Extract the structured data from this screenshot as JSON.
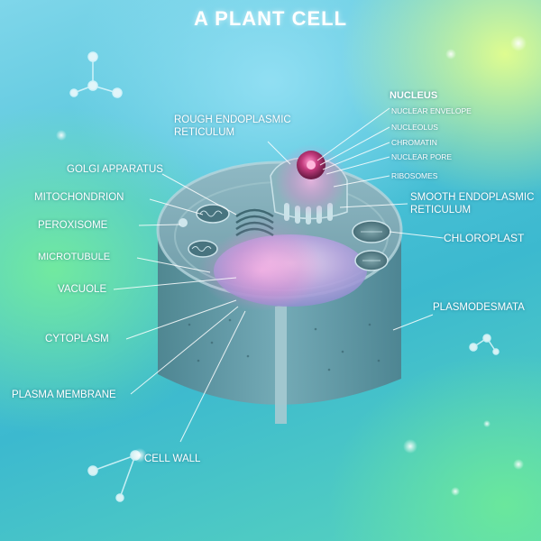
{
  "title": "A PLANT CELL",
  "labels": {
    "rough_er": "ROUGH ENDOPLASMIC RETICULUM",
    "golgi": "GOLGI APPARATUS",
    "mitochondrion": "MITOCHONDRION",
    "peroxisome": "PEROXISOME",
    "microtubule": "MICROTUBULE",
    "vacuole": "VACUOLE",
    "cytoplasm": "CYTOPLASM",
    "plasma_membrane": "PLASMA MEMBRANE",
    "cell_wall": "CELL WALL",
    "nucleus": "NUCLEUS",
    "nuclear_envelope": "NUCLEAR ENVELOPE",
    "nucleolus": "NUCLEOLUS",
    "chromatin": "CHROMATIN",
    "nuclear_pore": "NUCLEAR PORE",
    "ribosomes": "RIBOSOMES",
    "smooth_er": "SMOOTH ENDOPLASMIC RETICULUM",
    "chloroplast": "CHLOROPLAST",
    "plasmodesmata": "PLASMODESMATA"
  },
  "colors": {
    "label_text": "#ffffff",
    "nucleus": "#b0306a",
    "cell_body": "#5f8f9c"
  }
}
